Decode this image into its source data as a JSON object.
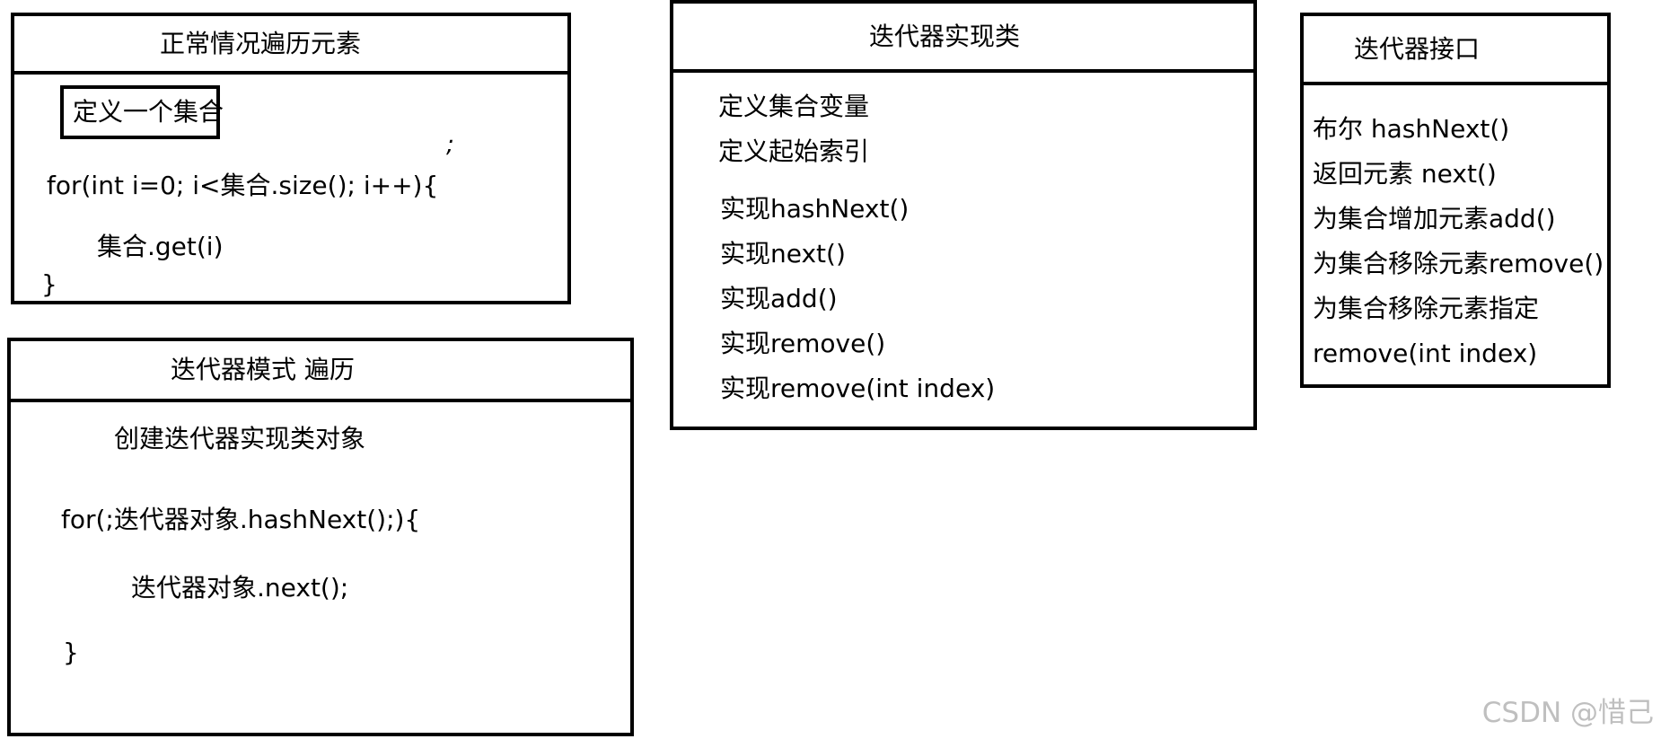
{
  "normal": {
    "title": "正常情况遍历元素",
    "define_set": "定义一个集合",
    "lines": [
      "for(int i=0; i<集合.size(); i++){",
      "集合.get(i)",
      "}"
    ]
  },
  "iterator_mode": {
    "title": "迭代器模式 遍历",
    "lines": [
      "创建迭代器实现类对象",
      "for(;迭代器对象.hashNext();){",
      "迭代器对象.next();",
      "}"
    ]
  },
  "impl_class": {
    "title": "迭代器实现类",
    "lines": [
      "定义集合变量",
      "定义起始索引",
      "实现hashNext()",
      "实现next()",
      "实现add()",
      "实现remove()",
      "实现remove(int index)"
    ]
  },
  "interface": {
    "title": "迭代器接口",
    "lines": [
      "布尔 hashNext()",
      "返回元素 next()",
      "为集合增加元素add()",
      "为集合移除元素remove()",
      "为集合移除元素指定",
      "remove(int index)"
    ]
  },
  "stray_mark": ";",
  "watermark": "CSDN @惜己"
}
